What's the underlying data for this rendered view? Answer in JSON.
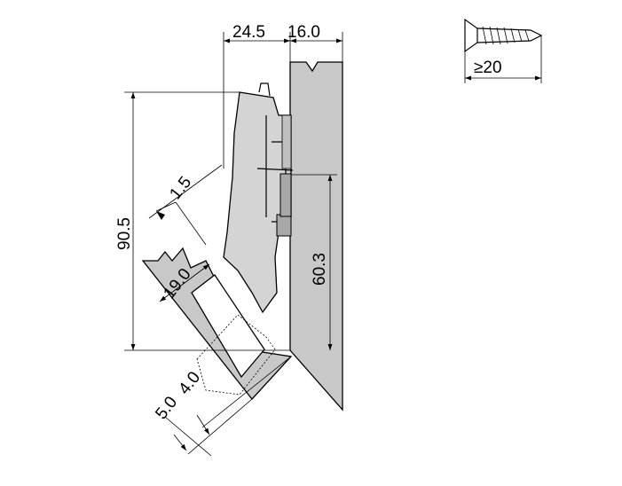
{
  "dimensions": {
    "arm_offset": "24.5",
    "door_thickness": "16.0",
    "overall_height": "90.5",
    "gap": "1.5",
    "cup_depth": "19.0",
    "plate_height": "60.3",
    "distance_a": "4.0",
    "distance_b": "5.0"
  },
  "screw": {
    "min_length": "≥20"
  },
  "colors": {
    "panel": "#c8c8c8",
    "hinge": "#d4d4d4",
    "hinge_dark": "#a8a8a8",
    "line": "#000000"
  }
}
